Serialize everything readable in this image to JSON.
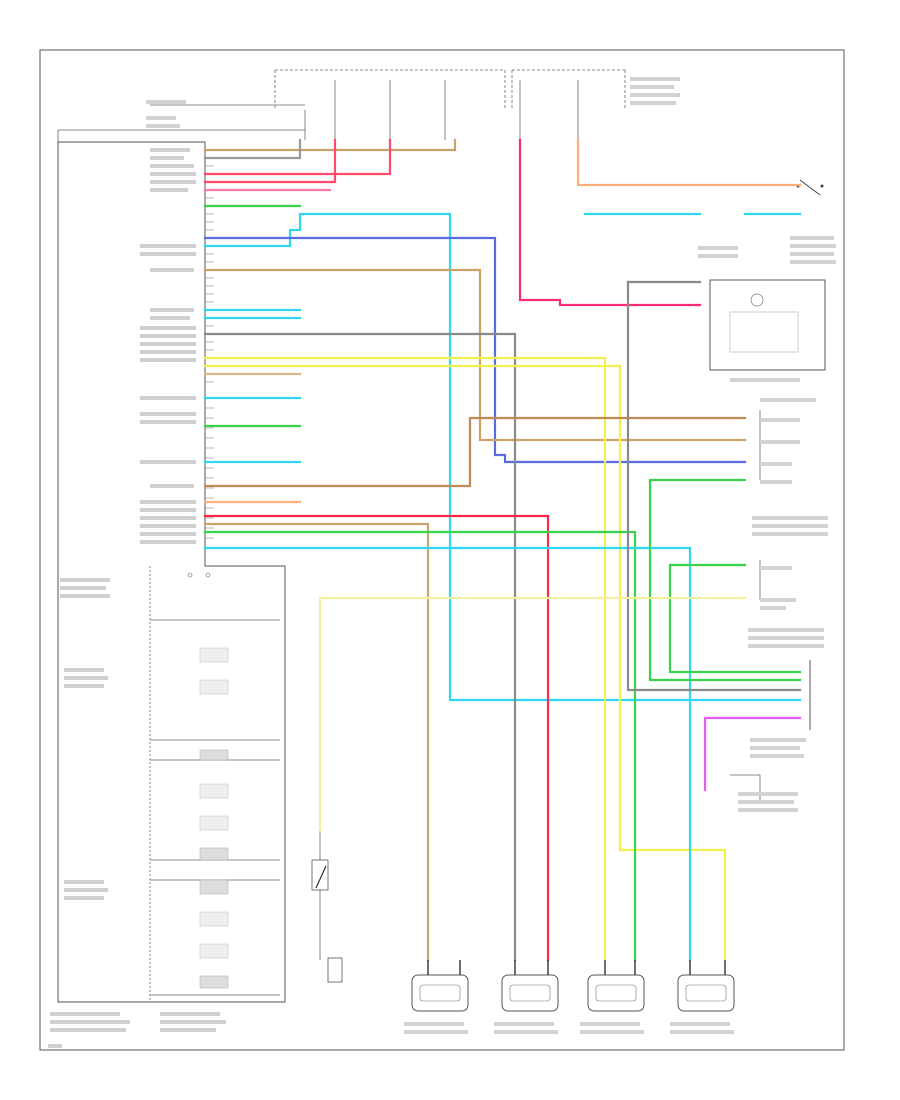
{
  "module_caption": "",
  "page_ref": "",
  "notes": [],
  "colors": {
    "red": "#ff2a4a",
    "pink": "#ff55aa",
    "blue": "#5a6adf",
    "light_blue": "#2fd8f0",
    "green": "#38d34a",
    "yellow": "#f3ef4f",
    "tan": "#c9a36a",
    "orange": "#ffb07a",
    "gray": "#7a7a7a",
    "magenta": "#e05ef0",
    "black": "#222222"
  },
  "components": [
    {
      "id": "ebcm",
      "label": ""
    },
    {
      "id": "instrument-cluster",
      "label": ""
    },
    {
      "id": "stop-lamp-switch",
      "label": ""
    },
    {
      "id": "wheel-speed-sensor-rf",
      "label": ""
    },
    {
      "id": "wheel-speed-sensor-lf",
      "label": ""
    },
    {
      "id": "wheel-speed-sensor-rr",
      "label": ""
    },
    {
      "id": "wheel-speed-sensor-lr",
      "label": ""
    },
    {
      "id": "powertrain-control-module",
      "label": ""
    },
    {
      "id": "body-control-module",
      "label": ""
    },
    {
      "id": "data-link-connector",
      "label": ""
    },
    {
      "id": "traction-control-switch",
      "label": ""
    }
  ]
}
